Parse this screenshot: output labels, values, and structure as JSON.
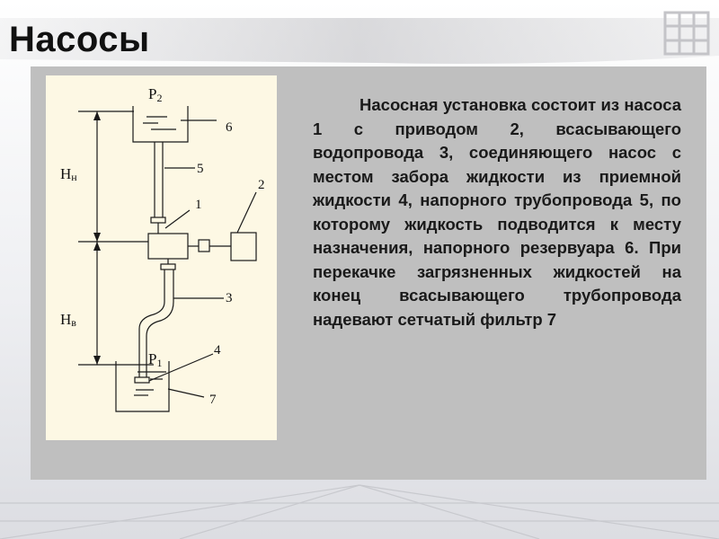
{
  "slide": {
    "title": "Насосы",
    "description": "Насосная установка состоит из насоса 1 с приводом 2, всасывающего водопровода 3, соединяющего насос с местом забора жидкости из приемной жидкости 4, напорного трубопровода 5, по которому жидкость подводится к месту назначения, напорного резервуара 6. При перекачке загрязненных жидкостей на конец всасывающего трубопровода надевают сетчатый фильтр 7"
  },
  "diagram": {
    "pressure_top": "P",
    "pressure_top_sub": "2",
    "pressure_bottom": "P",
    "pressure_bottom_sub": "1",
    "height_discharge": "H",
    "height_discharge_sub": "н",
    "height_suction": "H",
    "height_suction_sub": "в",
    "labels": [
      "1",
      "2",
      "3",
      "4",
      "5",
      "6",
      "7"
    ]
  },
  "colors": {
    "panel": "#bfbfbf",
    "diagram_bg": "#fdf8e4",
    "title": "#111111",
    "text": "#1a1a1a"
  }
}
